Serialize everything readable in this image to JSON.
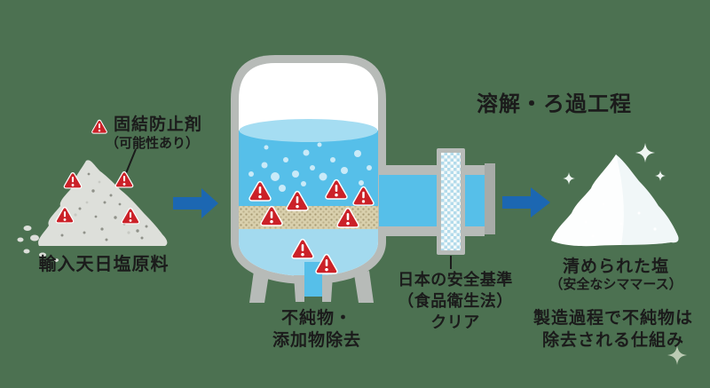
{
  "scene": {
    "stage_title": "溶解・ろ過工程",
    "anticaking": {
      "heading": "固結防止剤",
      "note": "（可能性あり）"
    },
    "raw_salt_label": "輸入天日塩原料",
    "tank_label": {
      "line1": "不純物・",
      "line2": "添加物除去"
    },
    "filter_label": {
      "line1": "日本の安全基準",
      "line2": "（食品衛生法）",
      "line3": "クリア"
    },
    "clean_salt_label": {
      "line1": "清められた塩",
      "line2": "（安全なシママース）"
    },
    "process_note": {
      "line1": "製造過程で不純物は",
      "line2": "除去される仕組み"
    }
  },
  "icons": {
    "warning_icon": "red rounded triangle with white exclamation (⚠)",
    "sparkle_icon": "four-point sparkle (✦)",
    "flow_arrow_icon": "solid right-pointing arrow (➡)"
  },
  "colors": {
    "background": "#4c7151",
    "arrow_blue": "#1c67b2",
    "water_blue": "#56bfe9",
    "water_light": "#a5ddf2",
    "water_lower": "#a3daef",
    "tank_gray": "#b7bbb8",
    "flange_gray": "#a7aba8",
    "filter_tan": "#d9d0ad",
    "warning_red": "#cb2128",
    "raw_salt": "#dddfda",
    "clean_salt": "#fdfefe",
    "text": "#1b1b1b",
    "sparkle_white": "#eef5f1",
    "sparkle_green": "#bccbb4"
  }
}
